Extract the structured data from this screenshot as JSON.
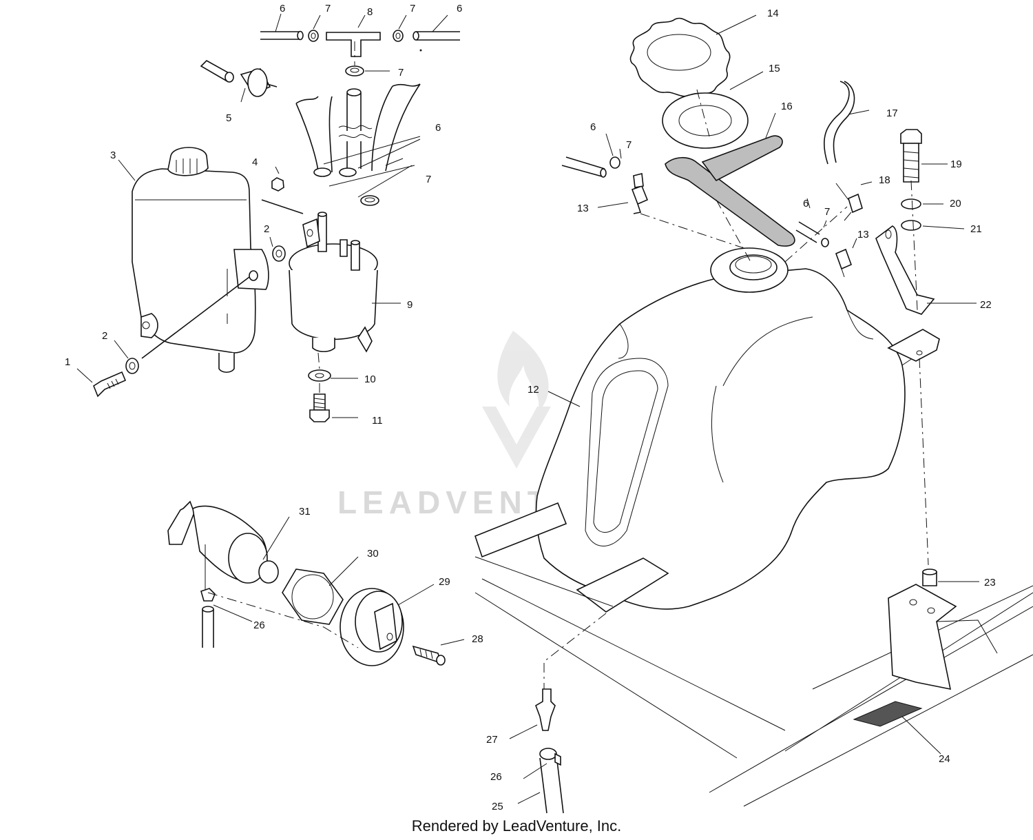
{
  "watermark": {
    "text": "LEADVENTURE",
    "logo": "leadventure-flame-v-logo"
  },
  "footer": {
    "text": "Rendered by LeadVenture, Inc."
  },
  "callouts": [
    {
      "id": "c6a",
      "label": "6"
    },
    {
      "id": "c7a",
      "label": "7"
    },
    {
      "id": "c8",
      "label": "8"
    },
    {
      "id": "c7b",
      "label": "7"
    },
    {
      "id": "c6b",
      "label": "6"
    },
    {
      "id": "c7c",
      "label": "7"
    },
    {
      "id": "c5",
      "label": "5"
    },
    {
      "id": "c6c",
      "label": "6"
    },
    {
      "id": "c3",
      "label": "3"
    },
    {
      "id": "c4",
      "label": "4"
    },
    {
      "id": "c7d",
      "label": "7"
    },
    {
      "id": "c2a",
      "label": "2"
    },
    {
      "id": "c9",
      "label": "9"
    },
    {
      "id": "c2b",
      "label": "2"
    },
    {
      "id": "c1",
      "label": "1"
    },
    {
      "id": "c10",
      "label": "10"
    },
    {
      "id": "c11",
      "label": "11"
    },
    {
      "id": "c14",
      "label": "14"
    },
    {
      "id": "c15",
      "label": "15"
    },
    {
      "id": "c16",
      "label": "16"
    },
    {
      "id": "c17",
      "label": "17"
    },
    {
      "id": "c6d",
      "label": "6"
    },
    {
      "id": "c7e",
      "label": "7"
    },
    {
      "id": "c19",
      "label": "19"
    },
    {
      "id": "c13a",
      "label": "13"
    },
    {
      "id": "c18",
      "label": "18"
    },
    {
      "id": "c20",
      "label": "20"
    },
    {
      "id": "c6e",
      "label": "6"
    },
    {
      "id": "c7f",
      "label": "7"
    },
    {
      "id": "c21",
      "label": "21"
    },
    {
      "id": "c13b",
      "label": "13"
    },
    {
      "id": "c22",
      "label": "22"
    },
    {
      "id": "c12",
      "label": "12"
    },
    {
      "id": "c31",
      "label": "31"
    },
    {
      "id": "c30",
      "label": "30"
    },
    {
      "id": "c29",
      "label": "29"
    },
    {
      "id": "c23",
      "label": "23"
    },
    {
      "id": "c26a",
      "label": "26"
    },
    {
      "id": "c28",
      "label": "28"
    },
    {
      "id": "c27",
      "label": "27"
    },
    {
      "id": "c24",
      "label": "24"
    },
    {
      "id": "c26b",
      "label": "26"
    },
    {
      "id": "c25",
      "label": "25"
    }
  ]
}
